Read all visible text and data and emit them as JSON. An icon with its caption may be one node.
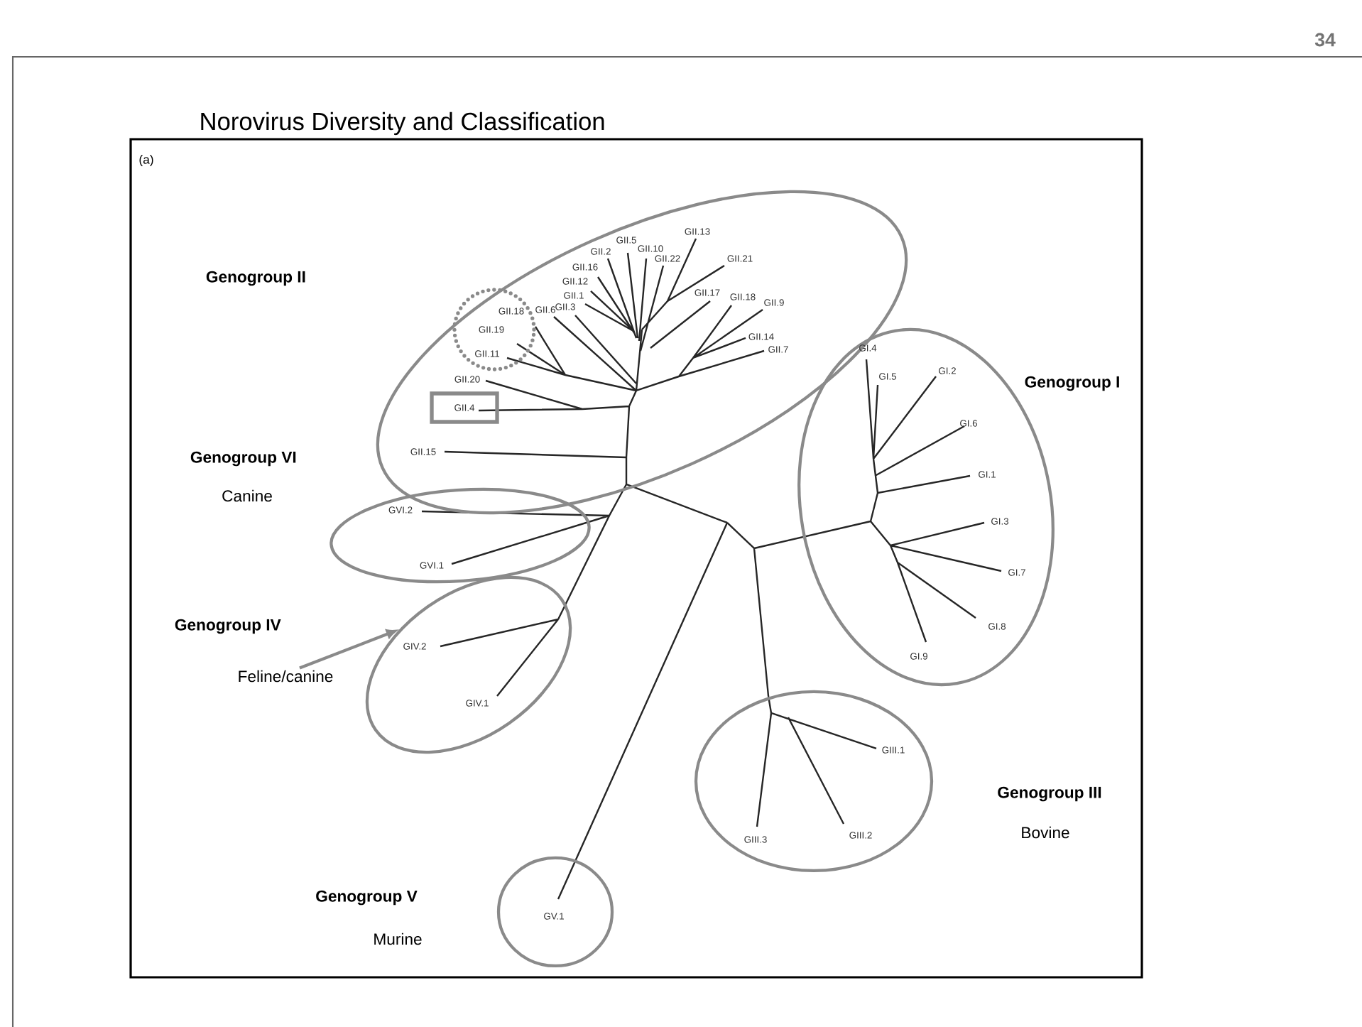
{
  "diagram": {
    "title": "Norovirus Diversity and Classification",
    "nodes": [
      {
        "text": [
          "GII.13",
          "GII.5",
          "GII.10",
          "GII.2",
          "GII.22",
          "GII.21",
          "GII.16",
          "GII.12",
          "GII.17",
          "GII.18",
          "GII.9",
          "GII.1",
          "GII.3",
          "GII.6",
          "GII.14",
          "GII.7",
          "GII.20",
          "GII.15"
        ]
      },
      {
        "text": [
          "GII.18",
          "GII.19",
          "GII.11"
        ],
        "in": 0
      },
      {
        "text": [
          "GII.4"
        ],
        "in": 0
      },
      {
        "text": [
          "GI.4",
          "GI.5",
          "GI.2",
          "GI.6",
          "GI.1",
          "GI.3",
          "GI.7",
          "GI.8",
          "GI.9"
        ]
      },
      {
        "text": [
          "GVI.2",
          "GVI.1"
        ]
      },
      {
        "text": [
          "GIV.2",
          "GIV.1"
        ]
      },
      {
        "text": [
          "Feline/canine"
        ]
      },
      {
        "text": [
          "GIII.1",
          "GIII.3",
          "GIII.2"
        ]
      },
      {
        "text": [
          "GV.1"
        ]
      }
    ],
    "edges": [
      {
        "from": 6,
        "to": 5,
        "arrow": "to"
      }
    ],
    "labels": [
      "34",
      "(a)",
      "Genogroup II",
      "Genogroup I",
      "Genogroup VI",
      "Canine",
      "Genogroup IV",
      "Genogroup III",
      "Bovine",
      "Genogroup V",
      "Murine"
    ]
  }
}
